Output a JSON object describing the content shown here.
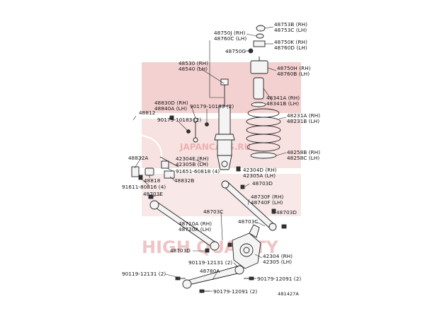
{
  "watermark": {
    "brand": "JAPANCARS.RU",
    "slogan": "HIGH QUALITY",
    "color": "#d65a5a"
  },
  "figure_id": "481427A",
  "labels": {
    "l48753b": "48753B (RH)",
    "l48753c": "48753C (LH)",
    "l48750j": "48750J (RH)",
    "l48760c": "48760C (LH)",
    "l48750k": "48750K (RH)",
    "l48760d": "48760D (LH)",
    "l48750g": "48750G",
    "l48530": "48530 (RH)",
    "l48540": "48540 (LH)",
    "l48750h": "48750H (RH)",
    "l48760b": "48760B (LH)",
    "l48341a": "48341A (RH)",
    "l48341b": "48341B (LH)",
    "l48830d": "48830D (RH)",
    "l48840a": "48840A (LH)",
    "l90179a": "90179-10183 (2)",
    "l48812": "48812",
    "l90179b": "90179-10183 (2)",
    "l48231a": "48231A (RH)",
    "l48231b": "48231B (LH)",
    "l48258b": "48258B (RH)",
    "l48258c": "48258C (LH)",
    "l48832a": "48832A",
    "l42304e": "42304E (RH)",
    "l42305b": "42305B (LH)",
    "l91651": "91651-60818 (4)",
    "l42304d": "42304D (RH)",
    "l42305a": "42305A (LH)",
    "l48818": "48818",
    "l48832b": "48832B",
    "l91611": "91611-80816 (4)",
    "l48703d_a": "48703D",
    "l48703e": "48703E",
    "l48730f": "48730F (RH)",
    "l48740f": "48740F (LH)",
    "l48703c_a": "48703C",
    "l48703d_b": "48703D",
    "l48710a": "48710A (RH)",
    "l48720a": "48720A (LH)",
    "l48703c_b": "48703C",
    "l48703d_c": "48703D",
    "l42304": "42304 (RH)",
    "l42305": "42305 (LH)",
    "l90119a": "90119-12131 (2)",
    "l48780a": "48780A",
    "l90119b": "90119-12131 (2)",
    "l90179c": "90179-12091 (2)",
    "l90179d": "90179-12091 (2)"
  }
}
